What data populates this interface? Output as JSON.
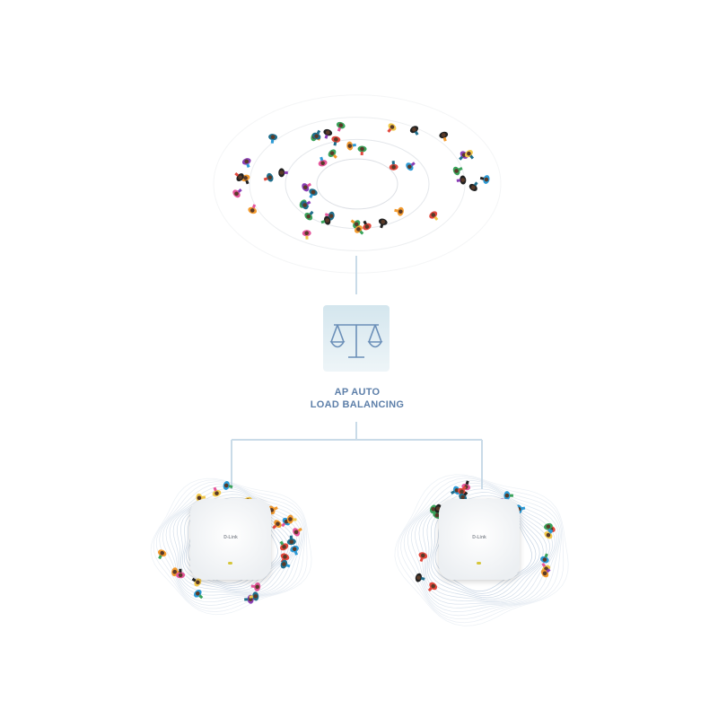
{
  "feature": {
    "title_line1": "AP AUTO",
    "title_line2": "LOAD BALANCING",
    "icon": "balance-scale-icon"
  },
  "access_points": [
    {
      "brand_logo": "D-Link"
    },
    {
      "brand_logo": "D-Link"
    }
  ],
  "colors": {
    "accent": "#5d7fa9",
    "connector": "#c9dbe8",
    "icon_bg": "#dde9f0"
  }
}
